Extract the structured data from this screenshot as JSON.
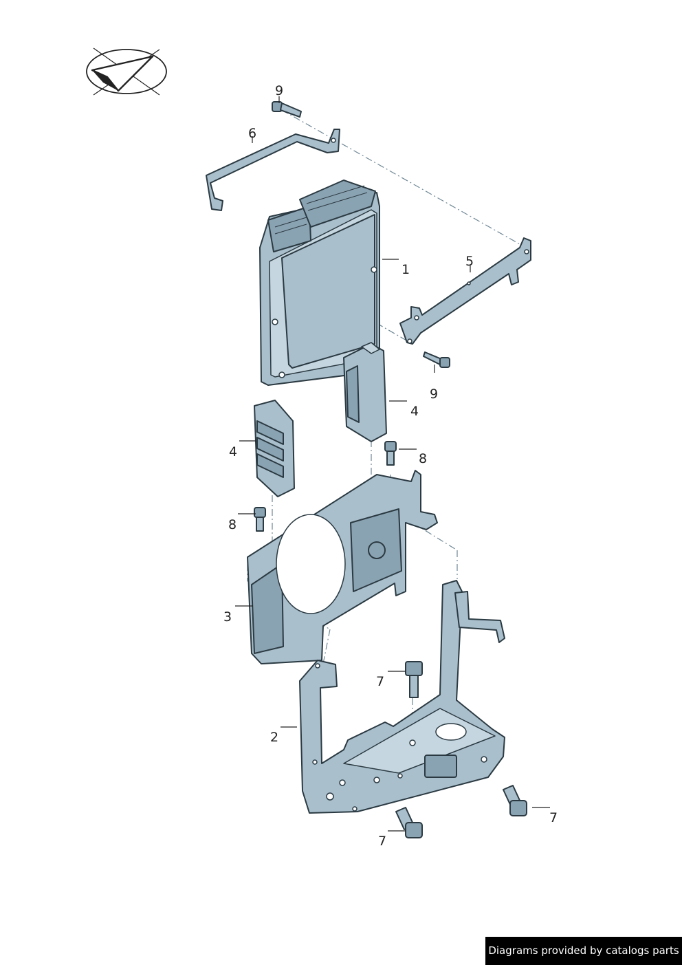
{
  "callouts": {
    "c9_top": "9",
    "c6": "6",
    "c1": "1",
    "c5": "5",
    "c9_mid": "9",
    "c4_right": "4",
    "c4_left": "4",
    "c8_right": "8",
    "c8_left": "8",
    "c3": "3",
    "c7_mid": "7",
    "c2": "2",
    "c7_right": "7",
    "c7_bottom": "7"
  },
  "footer": {
    "credit": "Diagrams provided by catalogs parts"
  },
  "colors": {
    "part_fill": "#a9bfcc",
    "part_stroke": "#2b3a42",
    "footer_bg": "#000000"
  },
  "icons": {
    "orientation": "direction-arrow-icon"
  }
}
